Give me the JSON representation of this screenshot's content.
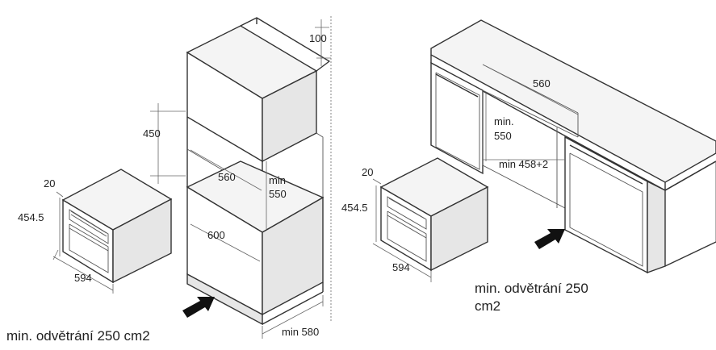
{
  "left_figure": {
    "dim_top_gap": "100",
    "dim_niche_height": "450",
    "dim_niche_width": "560",
    "dim_min_depth_line1": "min",
    "dim_min_depth_line2": "550",
    "dim_depth": "600",
    "dim_min_width": "min 580",
    "oven_dim_depth": "20",
    "oven_dim_height": "454.5",
    "oven_dim_width": "594",
    "ventilation_note": "min. odvětrání 250 cm2"
  },
  "right_figure": {
    "dim_niche_width": "560",
    "dim_min_depth_line1": "min.",
    "dim_min_depth_line2": "550",
    "dim_min_height": "min 458+2",
    "oven_dim_depth": "20",
    "oven_dim_height": "454.5",
    "oven_dim_width": "594",
    "ventilation_note": "min. odvětrání 250\ncm2"
  }
}
